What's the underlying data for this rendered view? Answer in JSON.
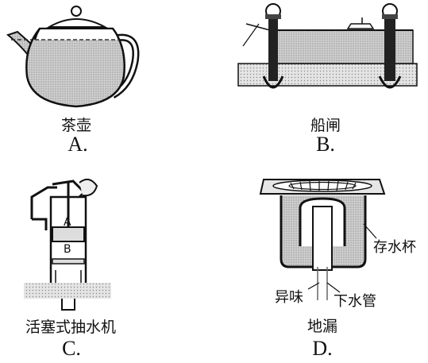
{
  "options": [
    {
      "letter": "A.",
      "caption": "茶壶"
    },
    {
      "letter": "B.",
      "caption": "船闸"
    },
    {
      "letter": "C.",
      "caption": "活塞式抽水机",
      "labels": {
        "chamber_top": "A",
        "chamber_bottom": "B"
      }
    },
    {
      "letter": "D.",
      "caption": "地漏",
      "labels": {
        "cup": "存水杯",
        "odor": "异味",
        "pipe": "下水管"
      }
    }
  ]
}
